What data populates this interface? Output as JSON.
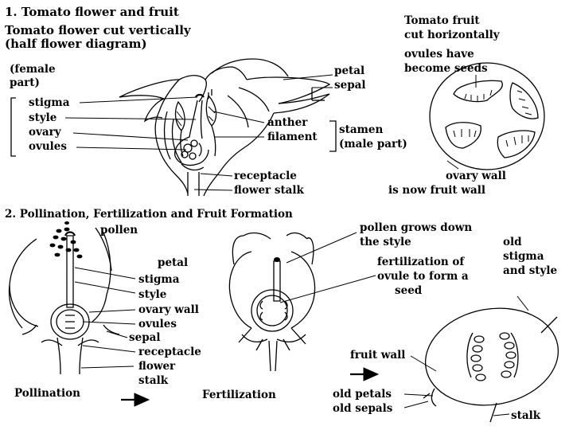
{
  "section1": {
    "heading": "1.  Tomato flower and fruit",
    "subtitle_line1": "Tomato flower cut vertically",
    "subtitle_line2": "(half flower diagram)",
    "female_part_line1": "(female",
    "female_part_line2": "part)",
    "labels": {
      "stigma": "stigma",
      "style": "style",
      "ovary": "ovary",
      "ovules": "ovules",
      "petal": "petal",
      "sepal": "sepal",
      "anther": "anther",
      "filament": "filament",
      "stamen_line1": "stamen",
      "stamen_line2": "(male part)",
      "receptacle": "receptacle",
      "flower_stalk": "flower stalk"
    },
    "fruit_title_line1": "Tomato fruit",
    "fruit_title_line2": "cut horizontally",
    "fruit_title_line3": "ovules have",
    "fruit_title_line4": "become seeds",
    "ovary_wall": "ovary wall",
    "fruit_wall_note": "is now  fruit wall"
  },
  "section2": {
    "heading": "2.  Pollination, Fertilization and Fruit Formation",
    "pollen": "pollen",
    "petal": "petal",
    "labels": {
      "stigma": "stigma",
      "style": "style",
      "ovary_wall": "ovary wall",
      "ovules": "ovules",
      "sepal": "sepal",
      "receptacle": "receptacle",
      "flower": "flower",
      "stalk": "stalk"
    },
    "pollen_grows_line1": "pollen grows down",
    "pollen_grows_line2": "the style",
    "fertilization_line1": "fertilization of",
    "fertilization_line2": "ovule to form a",
    "fertilization_line3": "seed",
    "old_stigma_line1": "old",
    "old_stigma_line2": "stigma",
    "old_stigma_line3": "and style",
    "fruit_wall": "fruit wall",
    "old_petals": "old  petals",
    "old_sepals": "old sepals",
    "stalk": "stalk",
    "stage_pollination": "Pollination",
    "stage_fertilization": "Fertilization"
  }
}
